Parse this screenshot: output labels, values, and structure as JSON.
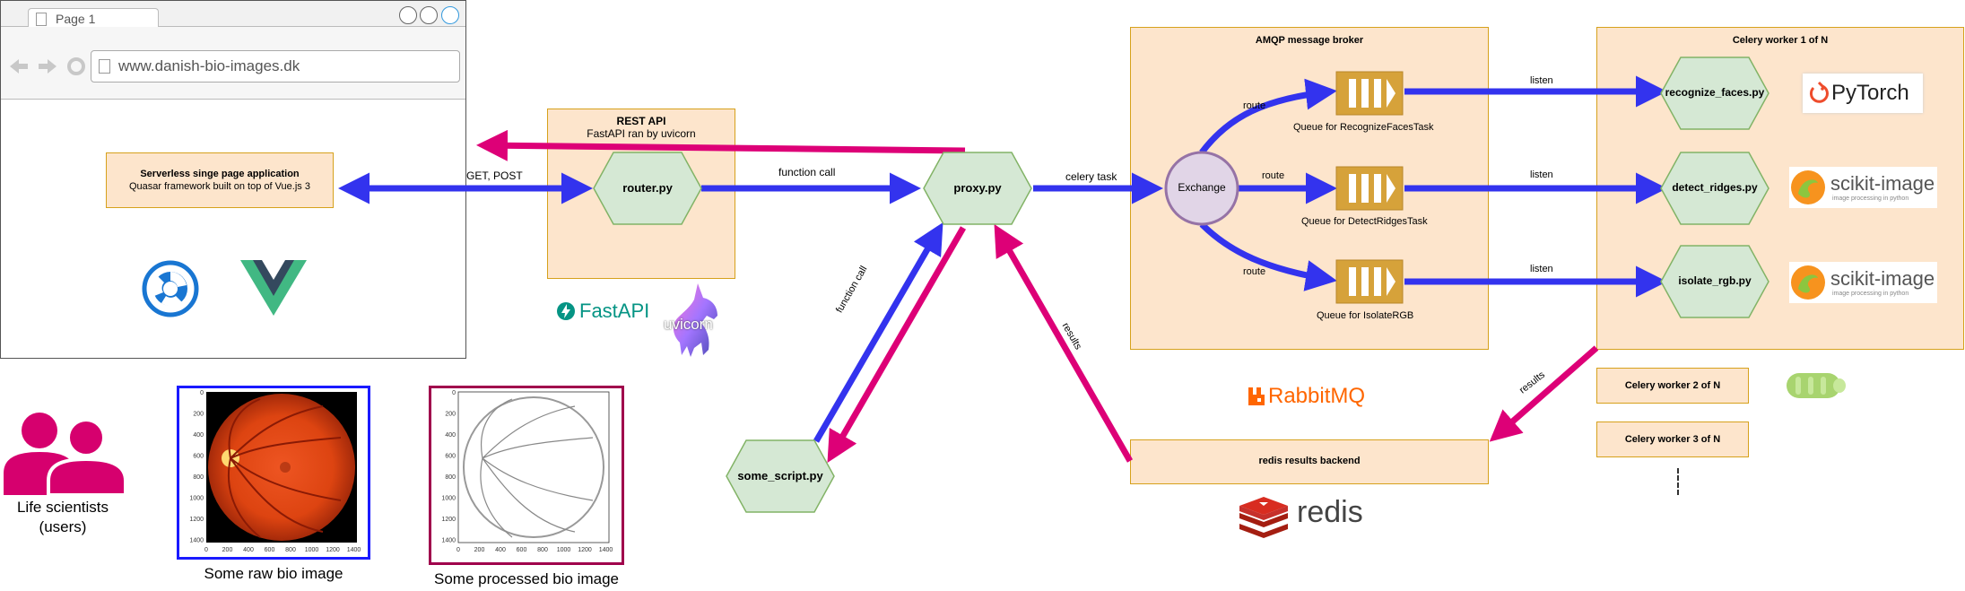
{
  "browser": {
    "tab_label": "Page 1",
    "url": "www.danish-bio-images.dk"
  },
  "spa": {
    "title": "Serverless singe page application",
    "subtitle": "Quasar framework built on top of Vue.js 3"
  },
  "rest_api": {
    "title": "REST API",
    "subtitle": "FastAPI ran by uvicorn",
    "fastapi_logo_text": "FastAPI",
    "uvicorn_logo_text": "uvicorn"
  },
  "nodes": {
    "router": "router.py",
    "proxy": "proxy.py",
    "some_script": "some_script.py",
    "exchange": "Exchange",
    "recognize_faces": "recognize_faces.py",
    "detect_ridges": "detect_ridges.py",
    "isolate_rgb": "isolate_rgb.py"
  },
  "edges": {
    "get_post": "GET, POST",
    "function_call_top": "function call",
    "celery_task": "celery task",
    "function_call_diag": "function call",
    "results_diag": "results",
    "route1": "route",
    "route2": "route",
    "route3": "route",
    "listen1": "listen",
    "listen2": "listen",
    "listen3": "listen",
    "results_backend": "results"
  },
  "broker": {
    "title": "AMQP message broker",
    "queue1": "Queue for RecognizeFacesTask",
    "queue2": "Queue for DetectRidgesTask",
    "queue3": "Queue for IsolateRGB",
    "rabbitmq_logo_text": "RabbitMQ"
  },
  "workers": {
    "worker1": "Celery worker 1 of N",
    "worker2": "Celery worker 2 of N",
    "worker3": "Celery worker 3 of N",
    "pytorch_logo_text": "PyTorch",
    "skimage_logo_text": "scikit-image",
    "skimage_tagline": "image processing in python"
  },
  "redis": {
    "label": "redis results backend",
    "logo_text": "redis"
  },
  "users": {
    "line1": "Life scientists",
    "line2": "(users)"
  },
  "images": {
    "raw_caption": "Some raw bio image",
    "processed_caption": "Some processed bio image",
    "y_ticks": [
      "0",
      "200",
      "400",
      "600",
      "800",
      "1000",
      "1200",
      "1400"
    ],
    "x_ticks": [
      "0",
      "200",
      "400",
      "600",
      "800",
      "1000",
      "1200",
      "1400"
    ]
  },
  "colors": {
    "blue_arrow": "#3333ee",
    "magenta_arrow": "#dd0077",
    "hex_fill": "#d5e8d4",
    "hex_stroke": "#82b366",
    "orange_fill": "#fde5cc",
    "orange_stroke": "#d6a11c",
    "queue_fill": "#d6a23a",
    "exchange_fill": "#e1d5e7",
    "exchange_stroke": "#9673a6"
  }
}
